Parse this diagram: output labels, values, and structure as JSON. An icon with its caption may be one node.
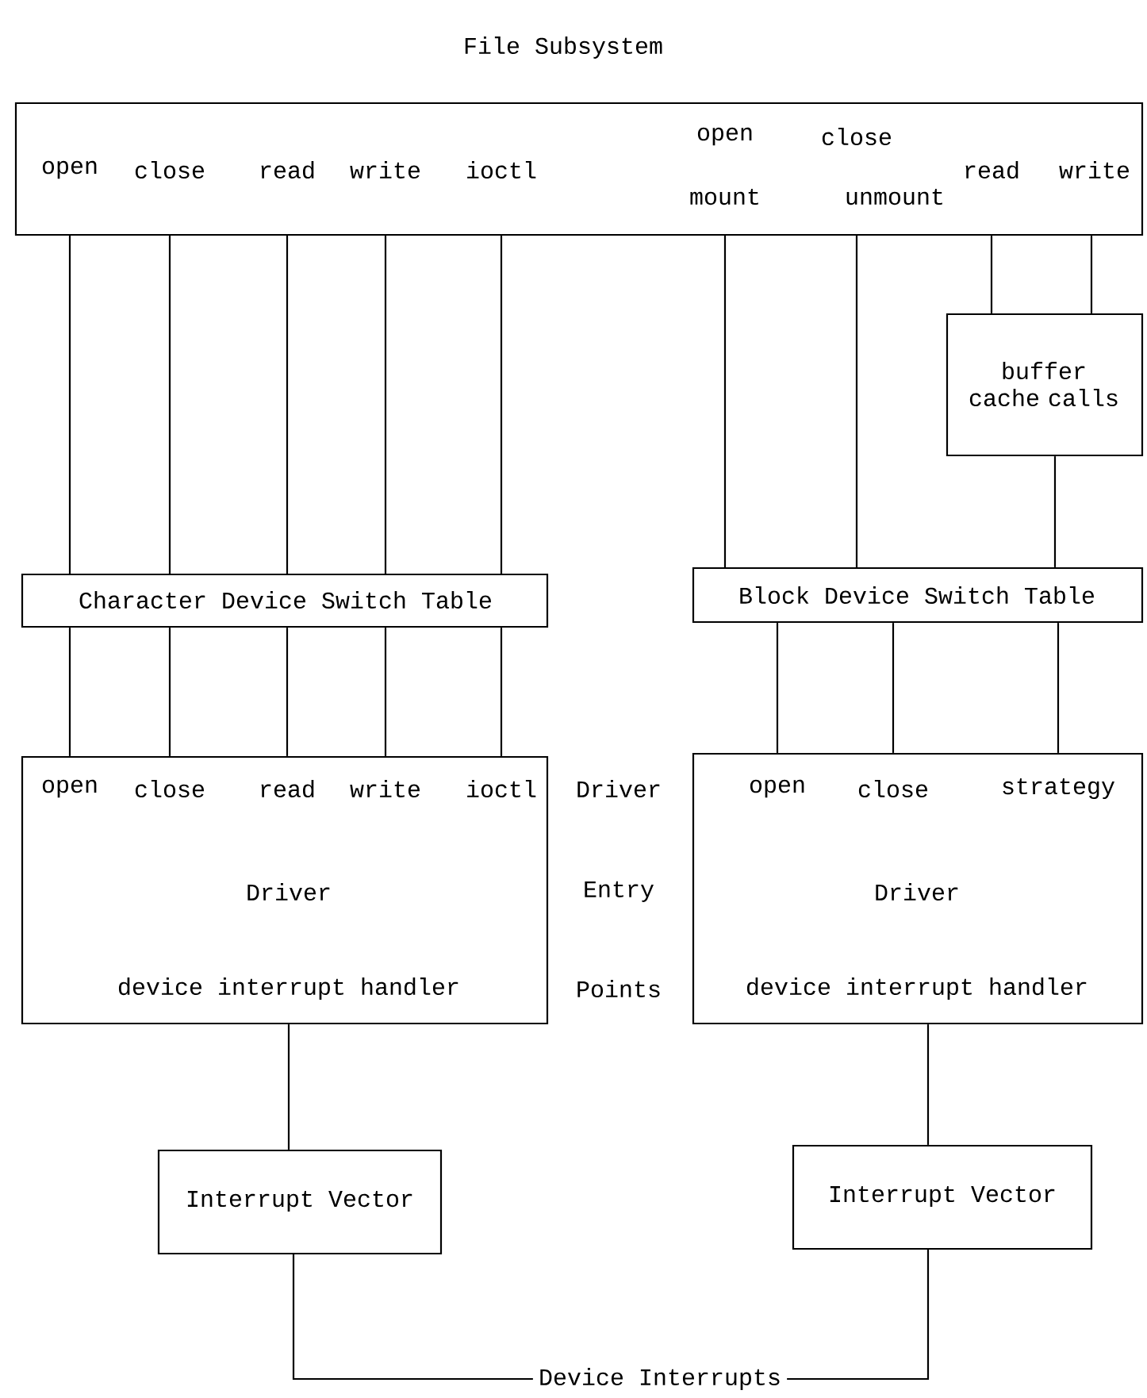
{
  "diagram": {
    "title": "File Subsystem",
    "nodes": [
      {
        "text": [
          "open",
          "close",
          "read",
          "write",
          "ioctl",
          "open",
          "close",
          "mount",
          "unmount",
          "read",
          "write"
        ]
      },
      {
        "text": [
          "buffer cache calls"
        ]
      },
      {
        "text": [
          "Character Device Switch Table"
        ]
      },
      {
        "text": [
          "Block Device Switch Table"
        ]
      },
      {
        "text": [
          "open",
          "close",
          "read",
          "write",
          "ioctl",
          "Driver",
          "device interrupt handler"
        ]
      },
      {
        "text": [
          "open",
          "close",
          "strategy",
          "Driver",
          "device interrupt handler"
        ]
      },
      {
        "text": [
          "Interrupt Vector"
        ]
      },
      {
        "text": [
          "Interrupt Vector"
        ]
      },
      {
        "text": [
          "Device Interrupts"
        ]
      }
    ],
    "edges": [
      {
        "from": 0,
        "to": 2,
        "arrow": "none"
      },
      {
        "from": 0,
        "to": 2,
        "arrow": "none"
      },
      {
        "from": 0,
        "to": 2,
        "arrow": "none"
      },
      {
        "from": 0,
        "to": 2,
        "arrow": "none"
      },
      {
        "from": 0,
        "to": 2,
        "arrow": "none"
      },
      {
        "from": 0,
        "to": 3,
        "arrow": "none"
      },
      {
        "from": 0,
        "to": 3,
        "arrow": "none"
      },
      {
        "from": 0,
        "to": 1,
        "arrow": "none"
      },
      {
        "from": 0,
        "to": 1,
        "arrow": "none"
      },
      {
        "from": 1,
        "to": 3,
        "arrow": "none"
      },
      {
        "from": 2,
        "to": 4,
        "arrow": "none"
      },
      {
        "from": 2,
        "to": 4,
        "arrow": "none"
      },
      {
        "from": 2,
        "to": 4,
        "arrow": "none"
      },
      {
        "from": 2,
        "to": 4,
        "arrow": "none"
      },
      {
        "from": 2,
        "to": 4,
        "arrow": "none"
      },
      {
        "from": 3,
        "to": 5,
        "arrow": "none"
      },
      {
        "from": 3,
        "to": 5,
        "arrow": "none"
      },
      {
        "from": 3,
        "to": 5,
        "arrow": "none"
      },
      {
        "from": 4,
        "to": 6,
        "arrow": "none"
      },
      {
        "from": 5,
        "to": 7,
        "arrow": "none"
      },
      {
        "from": 6,
        "to": 8,
        "arrow": "none"
      },
      {
        "from": 7,
        "to": 8,
        "arrow": "none"
      }
    ],
    "labels": [
      "Driver Entry Points"
    ]
  }
}
